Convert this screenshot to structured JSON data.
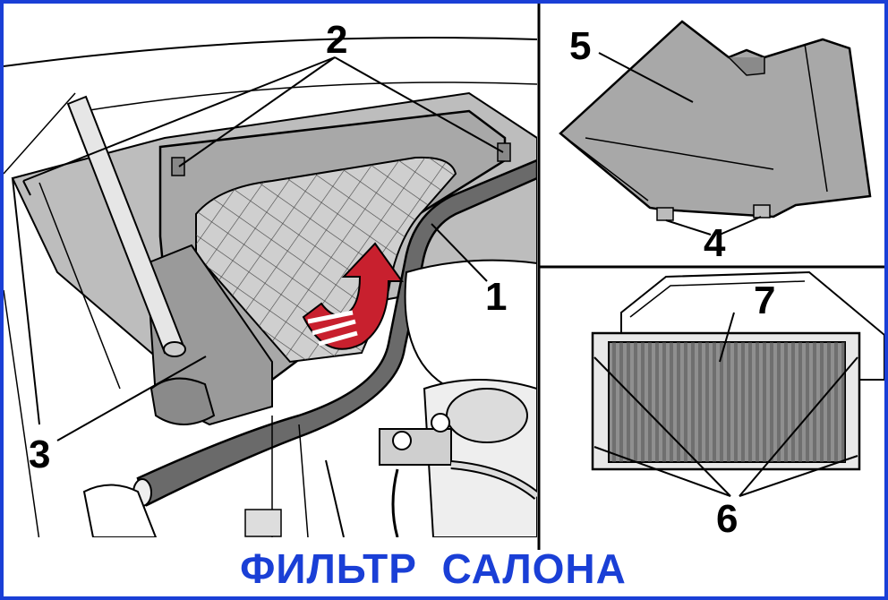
{
  "callouts": {
    "n1": "1",
    "n2": "2",
    "n3": "3",
    "n4": "4",
    "n5": "5",
    "n6": "6",
    "n7": "7"
  },
  "caption": "ФИЛЬТР  САЛОНА",
  "colors": {
    "border": "#1a3fd6",
    "caption": "#1a3fd6",
    "part_gray": "#a8a8a8",
    "filter_dark": "#8f8f8f",
    "seal": "#6a6a6a",
    "arrow_red": "#c8202e"
  },
  "icons": {
    "direction": "curved-removal-arrow-icon"
  }
}
